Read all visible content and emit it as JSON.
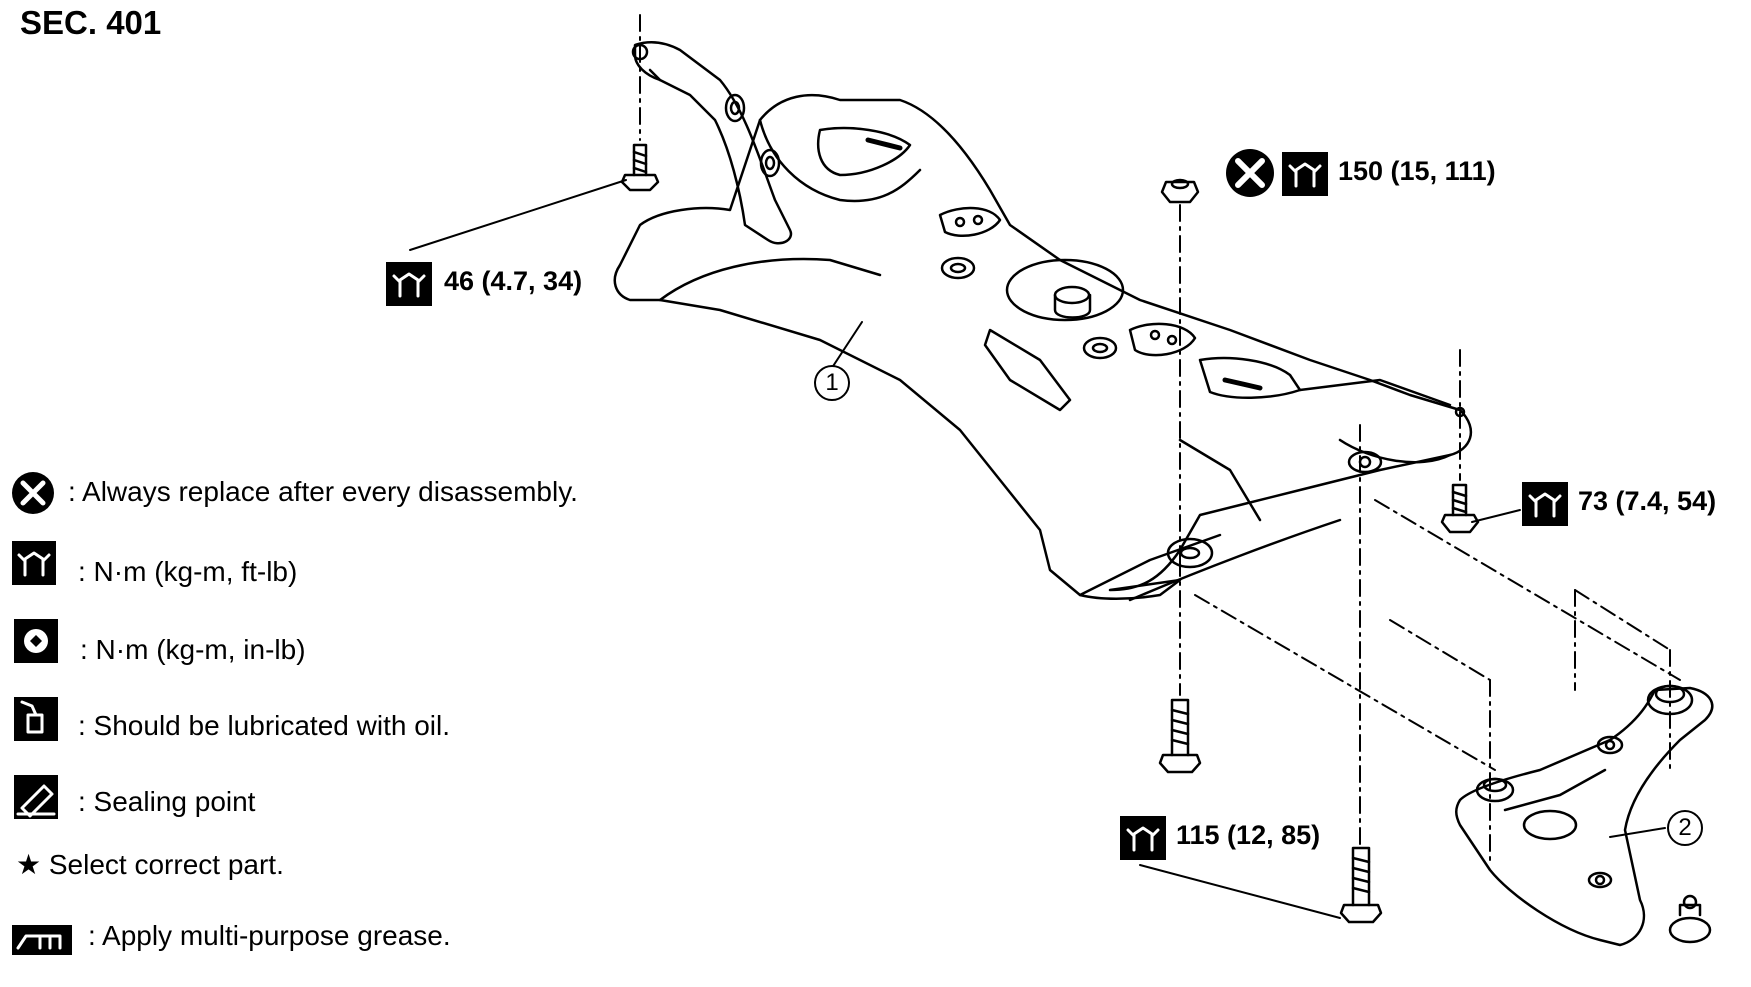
{
  "section": {
    "title": "SEC. 401"
  },
  "torque_labels": {
    "t1": "46 (4.7, 34)",
    "t2": "150 (15, 111)",
    "t3": "73 (7.4, 54)",
    "t4": "115 (12, 85)"
  },
  "callouts": {
    "c1": "1",
    "c2": "2"
  },
  "legend": [
    {
      "icon": "replace-x-icon",
      "text": ": Always replace after every disassembly."
    },
    {
      "icon": "torque-wrench-icon",
      "text": ": N·m (kg-m, ft-lb)"
    },
    {
      "icon": "torque-wrench-inlb-icon",
      "text": ": N·m (kg-m, in-lb)"
    },
    {
      "icon": "oil-can-icon",
      "text": ": Should be lubricated with oil."
    },
    {
      "icon": "sealant-icon",
      "text": ": Sealing point"
    },
    {
      "icon": "star-icon",
      "text": "★ Select correct part."
    },
    {
      "icon": "grease-gun-icon",
      "text": ": Apply multi-purpose grease."
    }
  ],
  "colors": {
    "ink": "#000000",
    "paper": "#ffffff"
  }
}
